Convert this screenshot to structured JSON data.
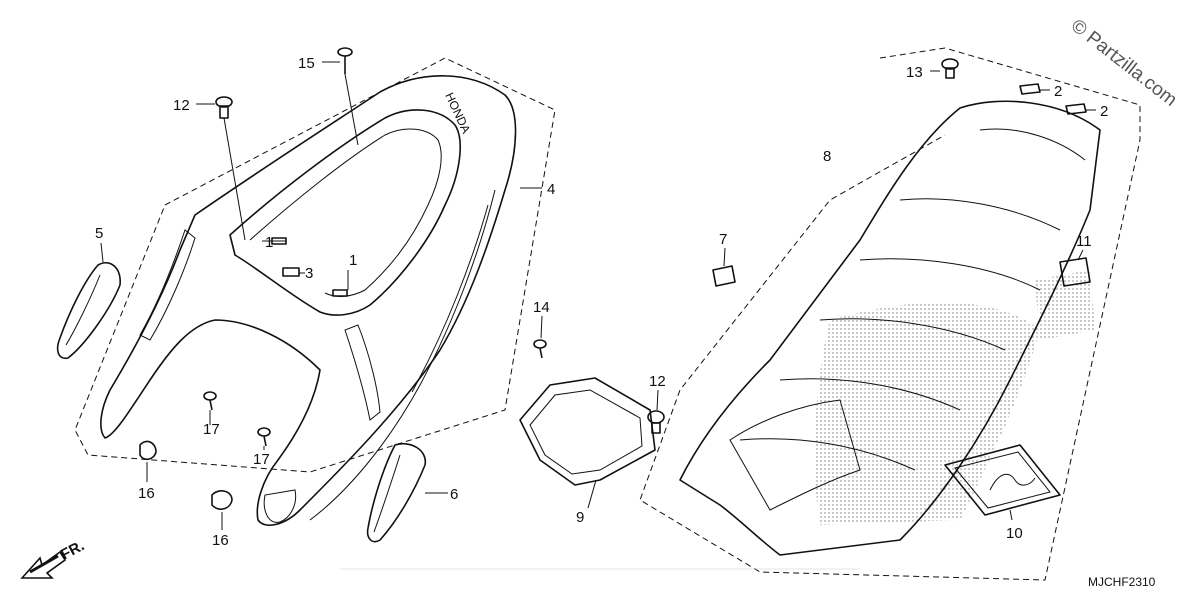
{
  "watermark": "© Partzilla.com",
  "diagram_code": "MJCHF2310",
  "direction_label": "FR.",
  "brand_mark": "HONDA",
  "fine_print": [
    "",
    ""
  ],
  "callouts": [
    "1",
    "1",
    "2",
    "2",
    "3",
    "4",
    "5",
    "6",
    "7",
    "8",
    "9",
    "10",
    "11",
    "12",
    "12",
    "13",
    "14",
    "15",
    "16",
    "16",
    "17",
    "17"
  ]
}
